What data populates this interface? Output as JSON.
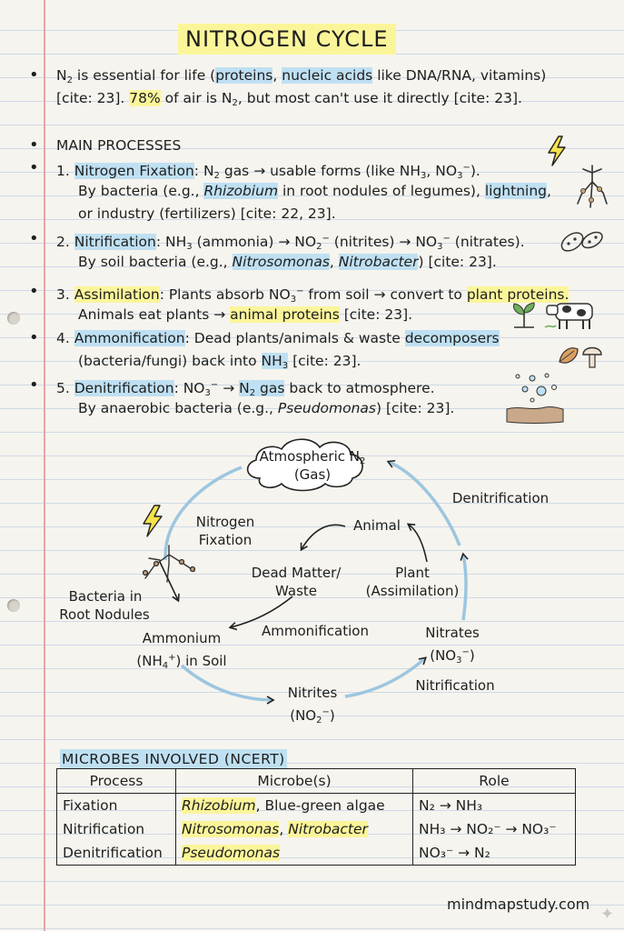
{
  "title": "NITROGEN CYCLE",
  "intro": {
    "t1": "N",
    "t1_sub": "2",
    "t2": " is essential for life (",
    "proteins": "proteins",
    "t3": ", ",
    "nucleic": "nucleic acids",
    "t4": " like DNA/RNA, vitamins)",
    "l2a": "[cite: 23]. ",
    "pct": "78%",
    "l2b": " of air is N",
    "l2b_sub": "2",
    "l2c": ", but most can't use it directly [cite: 23]."
  },
  "main_processes": "MAIN PROCESSES",
  "p1": {
    "num": "1. ",
    "name": "Nitrogen Fixation",
    "a": ": N",
    "a_sub": "2",
    "b": " gas → usable forms (like NH",
    "b_sub": "3",
    "c": ", NO",
    "c_sub": "3",
    "c_sup": "−",
    "d": ").",
    "l2a": "By bacteria (e.g., ",
    "rhizobium": "Rhizobium",
    "l2b": " in root nodules of legumes), ",
    "lightning": "lightning",
    "l2c": ",",
    "l3": "or industry (fertilizers) [cite: 22, 23]."
  },
  "p2": {
    "num": "2. ",
    "name": "Nitrification",
    "a": ": NH",
    "a_sub": "3",
    "b": " (ammonia) → NO",
    "b_sub": "2",
    "b_sup": "−",
    "c": " (nitrites) → NO",
    "c_sub": "3",
    "c_sup": "−",
    "d": " (nitrates).",
    "l2a": "By soil bacteria (e.g., ",
    "nitrosomonas": "Nitrosomonas",
    "l2b": ", ",
    "nitrobacter": "Nitrobacter",
    "l2c": ") [cite: 23]."
  },
  "p3": {
    "num": "3. ",
    "name": "Assimilation",
    "a": ": Plants absorb NO",
    "a_sub": "3",
    "a_sup": "−",
    "b": " from soil → convert to ",
    "plant_proteins": "plant proteins.",
    "l2a": "Animals eat plants → ",
    "animal_proteins": "animal proteins",
    "l2b": " [cite: 23]."
  },
  "p4": {
    "num": "4. ",
    "name": "Ammonification",
    "a": ": Dead plants/animals & waste ",
    "decomposers": "decomposers",
    "l2a": "(bacteria/fungi) back into ",
    "nh3": "NH",
    "nh3_sub": "3",
    "l2b": " [cite: 23]."
  },
  "p5": {
    "num": "5. ",
    "name": "Denitrification",
    "a": ": NO",
    "a_sub": "3",
    "a_sup": "−",
    "b": " → ",
    "n2gas": "N",
    "n2gas_sub": "2",
    "n2gas_b": " gas",
    "c": " back to atmosphere.",
    "l2a": "By anaerobic bacteria (e.g., ",
    "pseudomonas": "Pseudomonas",
    "l2b": ") [cite: 23]."
  },
  "diagram": {
    "atm_a": "Atmospheric N",
    "atm_sub": "2",
    "atm_b": "(Gas)",
    "nitrogen": "Nitrogen",
    "fixation": "Fixation",
    "bacteria1": "Bacteria in",
    "bacteria2": "Root Nodules",
    "animal": "Animal",
    "dead1": "Dead Matter/",
    "dead2": "Waste",
    "plant1": "Plant",
    "plant2": "(Assimilation)",
    "denit": "Denitrification",
    "ammonium1": "Ammonium",
    "ammonium2a": "(NH",
    "ammonium2_sub": "4",
    "ammonium2_sup": "+",
    "ammonium2b": ") in Soil",
    "ammonif": "Ammonification",
    "nitrates1": "Nitrates",
    "nitrates2a": "(NO",
    "nitrates2_sub": "3",
    "nitrates2_sup": "−",
    "nitrates2b": ")",
    "nitrites1": "Nitrites",
    "nitrites2a": "(NO",
    "nitrites2_sub": "2",
    "nitrites2_sup": "−",
    "nitrites2b": ")",
    "nitrif": "Nitrification"
  },
  "microbes": {
    "title": "MICROBES INVOLVED (NCERT)",
    "headers": [
      "Process",
      "Microbe(s)",
      "Role"
    ],
    "rows": [
      {
        "process": "Fixation",
        "m1": "Rhizobium",
        "m2": ", Blue-green algae",
        "role": "N₂ → NH₃"
      },
      {
        "process": "Nitrification",
        "m1": "Nitrosomonas",
        "m2": ", ",
        "m3": "Nitrobacter",
        "role": "NH₃ → NO₂⁻ → NO₃⁻"
      },
      {
        "process": "Denitrification",
        "m1": "Pseudomonas",
        "role": "NO₃⁻ → N₂"
      }
    ]
  },
  "footer": "mindmapstudy.com",
  "colors": {
    "yellow_highlight": "#fbf59a",
    "blue_highlight": "#bfe0f2",
    "arrow_blue": "#9cc6e0",
    "margin_red": "#e7a3a8"
  }
}
